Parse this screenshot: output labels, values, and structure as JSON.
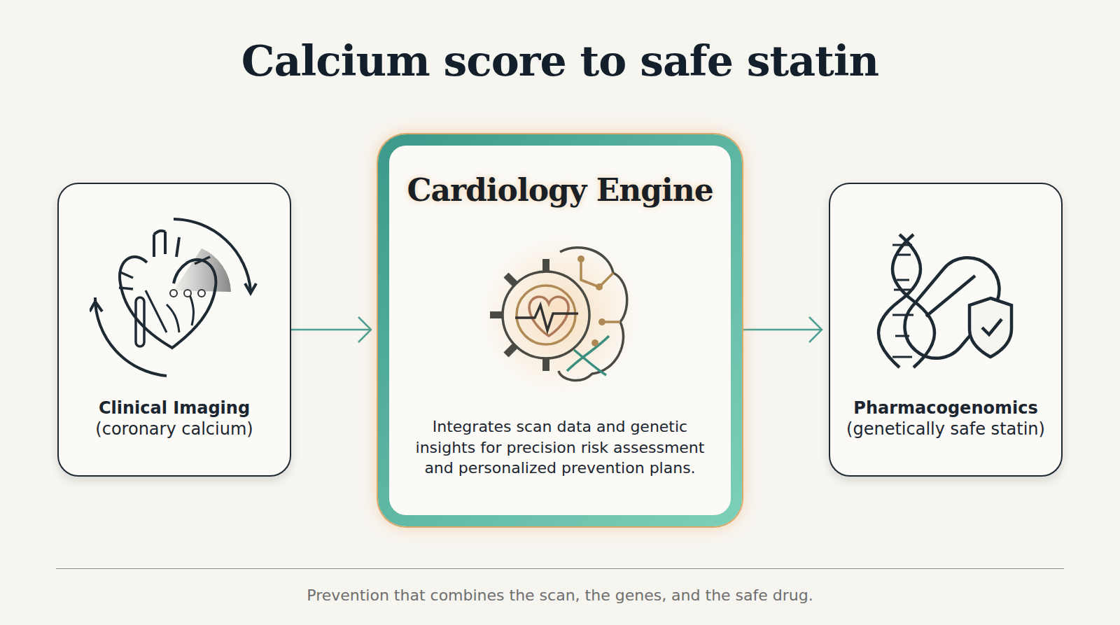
{
  "diagram": {
    "title": "Calcium score to safe statin",
    "caption": "Prevention that combines the scan, the genes, and the safe drug.",
    "nodes": [
      {
        "text": [
          "Clinical Imaging",
          "(coronary calcium)"
        ]
      },
      {
        "text": [
          "Cardiology Engine",
          "Integrates scan data and genetic insights for precision risk assessment and personalized prevention plans."
        ]
      },
      {
        "text": [
          "Pharmacogenomics",
          "(genetically safe statin)"
        ]
      }
    ],
    "edges": [
      {
        "from": 0,
        "to": 1,
        "arrow": "to"
      },
      {
        "from": 1,
        "to": 2,
        "arrow": "to"
      }
    ]
  }
}
